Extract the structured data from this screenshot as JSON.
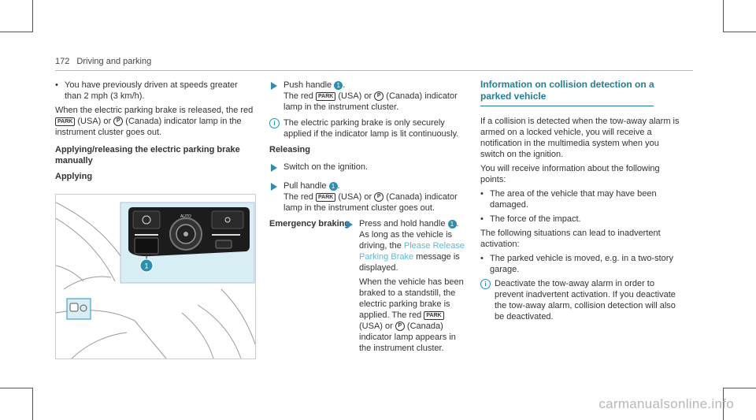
{
  "header": {
    "page_number": "172",
    "section": "Driving and parking"
  },
  "col1": {
    "bullet1": "You have previously driven at speeds greater than 2 mph (3 km/h).",
    "para1_a": "When the electric parking brake is released, the red",
    "park_icon": "PARK",
    "para1_b": "(USA) or",
    "p_icon": "P",
    "para1_c": "(Canada) indicator lamp in the instrument cluster goes out.",
    "heading1": "Applying/releasing the electric parking brake manually",
    "heading2": "Applying",
    "figure_label": "1",
    "figure_auto": "AUTO"
  },
  "col2": {
    "step1_a": "Push handle",
    "step1_num": "1",
    "step1_b": ".",
    "step1_c": "The red",
    "step1_d": "(USA) or",
    "step1_e": "(Canada) indicator lamp in the instrument cluster.",
    "note1": "The electric parking brake is only securely applied if the indicator lamp is lit continuously.",
    "heading_releasing": "Releasing",
    "step2": "Switch on the ignition.",
    "step3_a": "Pull handle",
    "step3_b": ".",
    "step3_c": "The red",
    "step3_d": "(USA) or",
    "step3_e": "(Canada) indicator lamp in the instrument cluster goes out.",
    "heading_emergency": "Emergency braking",
    "step4_a": "Press and hold handle",
    "step4_b": ".",
    "step4_c": "As long as the vehicle is driving, the",
    "step4_link": "Please Release Parking Brake",
    "step4_d": "message is displayed.",
    "step4_e": "When the vehicle has been braked to a standstill, the electric parking brake is applied. The red",
    "step4_f": "(USA) or",
    "step4_g": "(Canada) indicator lamp appears in the instrument cluster."
  },
  "col3": {
    "title": "Information on collision detection on a parked vehicle",
    "para1": "If a collision is detected when the tow-away alarm is armed on a locked vehicle, you will receive a notification in the multimedia system when you switch on the ignition.",
    "para2": "You will receive information about the following points:",
    "bullet1": "The area of the vehicle that may have been damaged.",
    "bullet2": "The force of the impact.",
    "para3": "The following situations can lead to inadvertent activation:",
    "bullet3": "The parked vehicle is moved, e.g. in a two-story garage.",
    "note": "Deactivate the tow-away alarm in order to prevent inadvertent activation. If you deactivate the tow-away alarm, collision detection will also be deactivated."
  },
  "watermark": "carmanualsonline.info",
  "colors": {
    "accent": "#1e7f9a",
    "link": "#5fb8d0"
  }
}
